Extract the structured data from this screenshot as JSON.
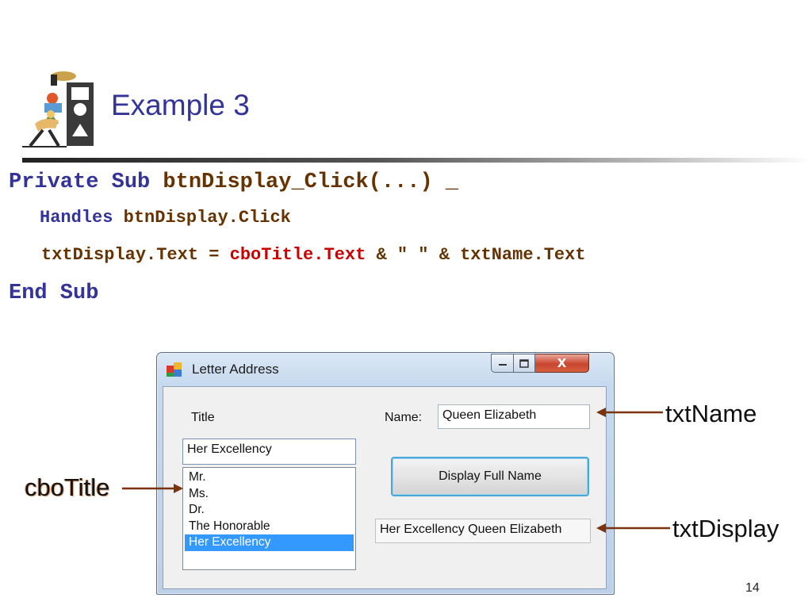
{
  "slide": {
    "title": "Example 3",
    "page_number": "14",
    "logo_icon": "presenter-shapes-icon"
  },
  "code": {
    "line1": {
      "kw1": "Private Sub",
      "rest": " btnDisplay_Click(...) _"
    },
    "line2": {
      "kw": "Handles",
      "rest": " btnDisplay.Click"
    },
    "line3": {
      "lhs": "txtDisplay.Text = ",
      "red": "cboTitle.Text",
      "rhs": " & \" \" & txtName.Text"
    },
    "line4": {
      "kw": "End Sub"
    }
  },
  "window": {
    "title": "Letter Address",
    "icon": "form-app-icon",
    "close_glyph": "X",
    "labels": {
      "title": "Title",
      "name": "Name:"
    },
    "txtName_value": "Queen Elizabeth",
    "combo_text": "Her Excellency",
    "combo_items": [
      "Mr.",
      "Ms.",
      "Dr.",
      "The Honorable",
      "Her Excellency"
    ],
    "combo_selected_index": 4,
    "button_label": "Display Full Name",
    "txtDisplay_value": "Her Excellency Queen Elizabeth"
  },
  "annotations": {
    "txtName": "txtName",
    "cboTitle": "cboTitle",
    "txtDisplay": "txtDisplay"
  },
  "colors": {
    "title_blue": "#333399",
    "keyword_blue": "#333399",
    "identifier_brown": "#663300",
    "highlight_red": "#cc0000",
    "selection_blue": "#3399ff",
    "arrow_brown": "#7a3410"
  }
}
